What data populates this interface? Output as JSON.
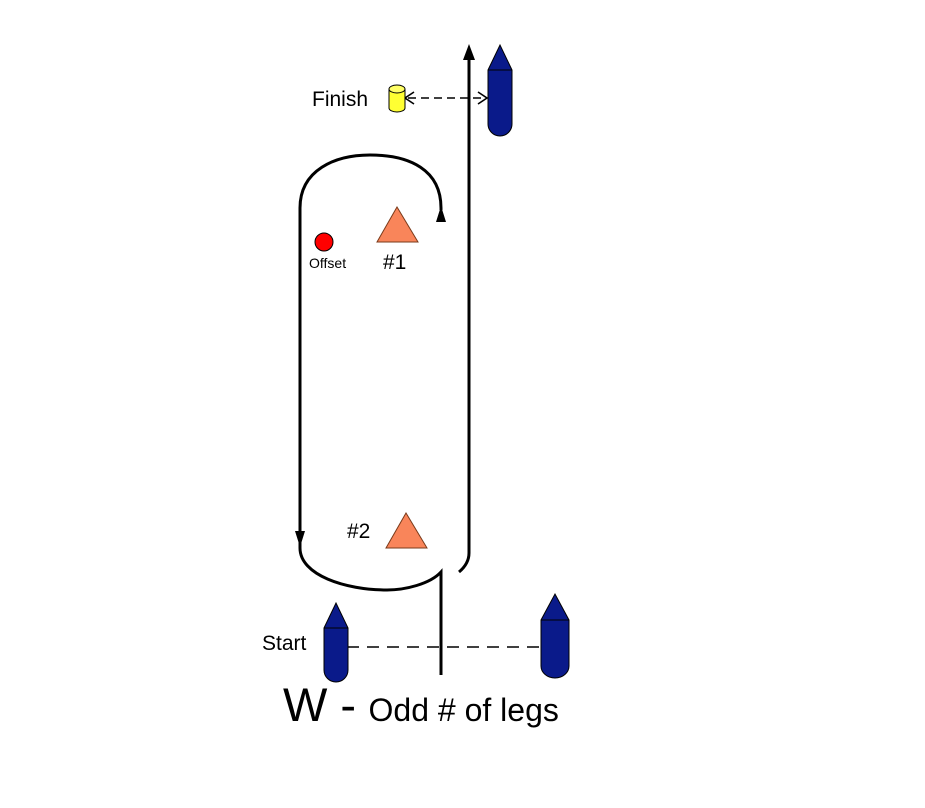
{
  "labels": {
    "finish": "Finish",
    "start": "Start",
    "offset": "Offset",
    "mark1": "#1",
    "mark2": "#2"
  },
  "title": {
    "letter": "W -",
    "text": "Odd # of legs"
  },
  "colors": {
    "start_finish_boat": "#0a1a8a",
    "rounding_mark": "#f9855a",
    "offset_mark": "#ff0000",
    "finish_buoy": "#ffff33",
    "line": "#000000"
  },
  "icons": {
    "committee_boat": "boat-shape",
    "rounding_mark": "triangle",
    "offset_mark": "circle",
    "finish_buoy": "cylinder"
  }
}
